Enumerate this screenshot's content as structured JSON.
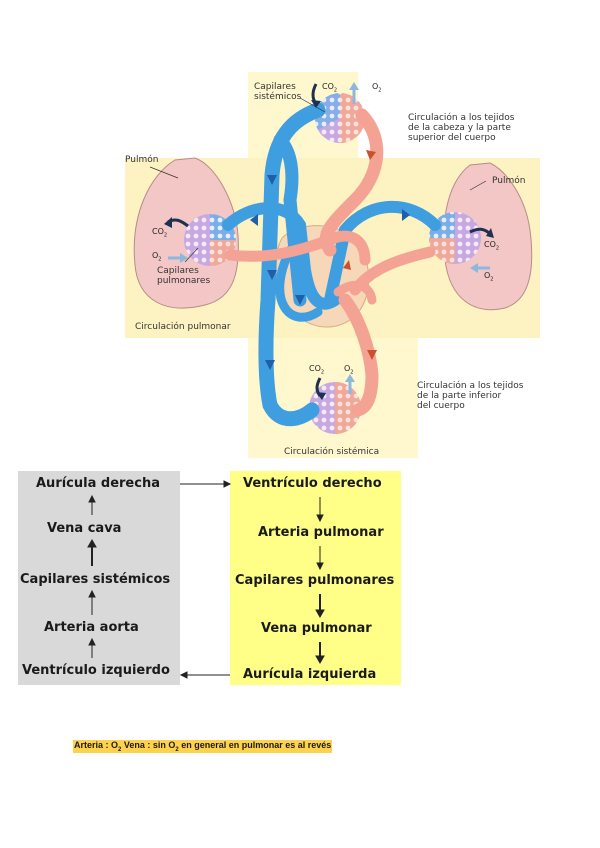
{
  "figure": {
    "lung_left": "Pulmón",
    "lung_right": "Pulmón",
    "cap_sistemicos": [
      "Capilares",
      "sistémicos"
    ],
    "cap_pulmonares": [
      "Capilares",
      "pulmonares"
    ],
    "co2": "CO",
    "o2": "O",
    "sub2": "2",
    "circ_superior": [
      "Circulación a los tejidos",
      "de la cabeza y la parte",
      "superior del cuerpo"
    ],
    "circ_inferior": [
      "Circulación a los tejidos",
      "de la parte inferior",
      "del cuerpo"
    ],
    "circ_pulmonar": "Circulación pulmonar",
    "circ_sistemica": "Circulación sistémica"
  },
  "flow": {
    "left": [
      "Aurícula derecha",
      "Vena cava",
      "Capilares sistémicos",
      "Arteria aorta",
      "Ventrículo izquierdo"
    ],
    "right": [
      "Ventrículo derecho",
      "Arteria pulmonar",
      "Capilares pulmonares",
      "Vena pulmonar",
      "Aurícula izquierda"
    ]
  },
  "note": {
    "a": "Arteria : O",
    "sub": "2",
    "b": " Vena : sin O",
    "c": " en general en pulmonar es al revés"
  }
}
